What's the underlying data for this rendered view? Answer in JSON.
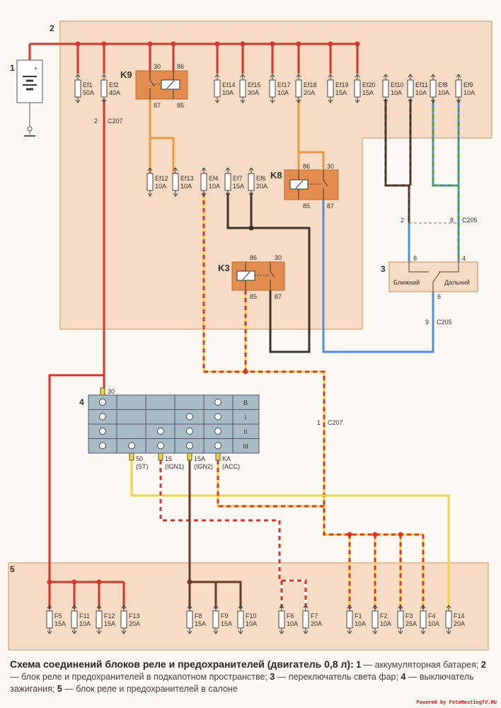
{
  "colors": {
    "red": "#d8342a",
    "orange": "#e99a3e",
    "yellow": "#f2d33a",
    "brown": "#6b3a24",
    "dark": "#3c3430",
    "blue": "#4a90d9",
    "green": "#4e9a3a",
    "block": "#f6dcc4",
    "relay": "#e28d4d"
  },
  "blocks": {
    "b1": "1",
    "b2": "2",
    "b3": "3",
    "b4": "4",
    "b5": "5"
  },
  "fuses_engine": [
    {
      "name": "Ef1",
      "rating": "50A"
    },
    {
      "name": "Ef2",
      "rating": "40A"
    },
    {
      "name": "Ef14",
      "rating": "10A"
    },
    {
      "name": "Ef15",
      "rating": "30A"
    },
    {
      "name": "Ef17",
      "rating": "10A"
    },
    {
      "name": "Ef18",
      "rating": "20A"
    },
    {
      "name": "Ef19",
      "rating": "15A"
    },
    {
      "name": "Ef20",
      "rating": "15A"
    },
    {
      "name": "Ef10",
      "rating": "10A"
    },
    {
      "name": "Ef11",
      "rating": "10A"
    },
    {
      "name": "Ef8",
      "rating": "10A"
    },
    {
      "name": "Ef9",
      "rating": "10A"
    },
    {
      "name": "Ef12",
      "rating": "10A"
    },
    {
      "name": "Ef13",
      "rating": "10A"
    },
    {
      "name": "Ef4",
      "rating": "10A"
    },
    {
      "name": "Ef7",
      "rating": "15A"
    },
    {
      "name": "Ef6",
      "rating": "20A"
    }
  ],
  "fuses_cabin": [
    {
      "name": "F5",
      "rating": "15A"
    },
    {
      "name": "F11",
      "rating": "10A"
    },
    {
      "name": "F12",
      "rating": "15A"
    },
    {
      "name": "F13",
      "rating": "20A"
    },
    {
      "name": "F8",
      "rating": "15A"
    },
    {
      "name": "F9",
      "rating": "15A"
    },
    {
      "name": "F10",
      "rating": "10A"
    },
    {
      "name": "F6",
      "rating": "10A"
    },
    {
      "name": "F7",
      "rating": "20A"
    },
    {
      "name": "F1",
      "rating": "10A"
    },
    {
      "name": "F2",
      "rating": "10A"
    },
    {
      "name": "F3",
      "rating": "25A"
    },
    {
      "name": "F4",
      "rating": "10A"
    },
    {
      "name": "F14",
      "rating": "20A"
    }
  ],
  "relays": {
    "k9": {
      "name": "K9",
      "p30": "30",
      "p86": "86",
      "p87": "87",
      "p85": "85"
    },
    "k8": {
      "name": "K8",
      "p86": "86",
      "p30": "30",
      "p85": "85",
      "p87": "87"
    },
    "k3": {
      "name": "K3",
      "p86": "86",
      "p30": "30",
      "p85": "85",
      "p87": "87"
    }
  },
  "connectors": {
    "c207a": {
      "pin": "2",
      "name": "C207"
    },
    "c207b": {
      "pin": "1",
      "name": "C207"
    },
    "c205a_left": "2",
    "c205a_right": "8",
    "c205a_name": "C205",
    "c205b": {
      "pin": "9",
      "name": "C205"
    }
  },
  "headlight_switch": {
    "pin_low": "8",
    "pin_high": "4",
    "pin_common": "6",
    "low_label": "Ближний",
    "high_label": "Дальний"
  },
  "ignition": {
    "pin30": "30",
    "rows": [
      "B",
      "I",
      "II",
      "III"
    ],
    "terminals": [
      {
        "num": "50",
        "name": "(ST)"
      },
      {
        "num": "15",
        "name": "(IGN1)"
      },
      {
        "num": "15A",
        "name": "(IGN2)"
      },
      {
        "num": "KA",
        "name": "(ACC)"
      }
    ]
  },
  "caption": {
    "title": "Схема соединений блоков реле и предохранителей (двигатель 0,8 л):",
    "items": [
      {
        "n": "1",
        "t": " — аккумуляторная батарея; "
      },
      {
        "n": "2",
        "t": " — блок реле и предохранителей в подкапотном пространстве; "
      },
      {
        "n": "3",
        "t": " — переключатель света фар; "
      },
      {
        "n": "4",
        "t": " — выключатель зажигания; "
      },
      {
        "n": "5",
        "t": " — блок реле и предохранителей в салоне"
      }
    ]
  },
  "footer": "Powered by FotoHostingTV.RU"
}
